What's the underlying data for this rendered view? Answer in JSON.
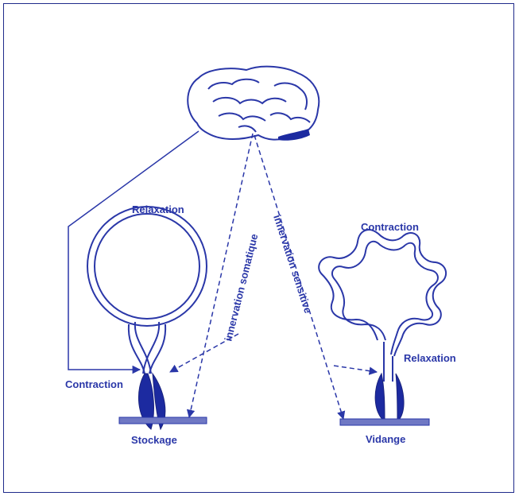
{
  "labels": {
    "relaxation_left": "Relaxation",
    "contraction_left": "Contraction",
    "storage": "Stockage",
    "innervation_left": "innervation somatique",
    "innervation_right": "innervation sensitive",
    "contraction_right": "Contraction",
    "relaxation_right": "Relaxation",
    "voiding": "Vidange"
  },
  "colors": {
    "ink": "#2a37a8",
    "dark": "#1a237e",
    "fill_dark": "#1c2aa0"
  }
}
